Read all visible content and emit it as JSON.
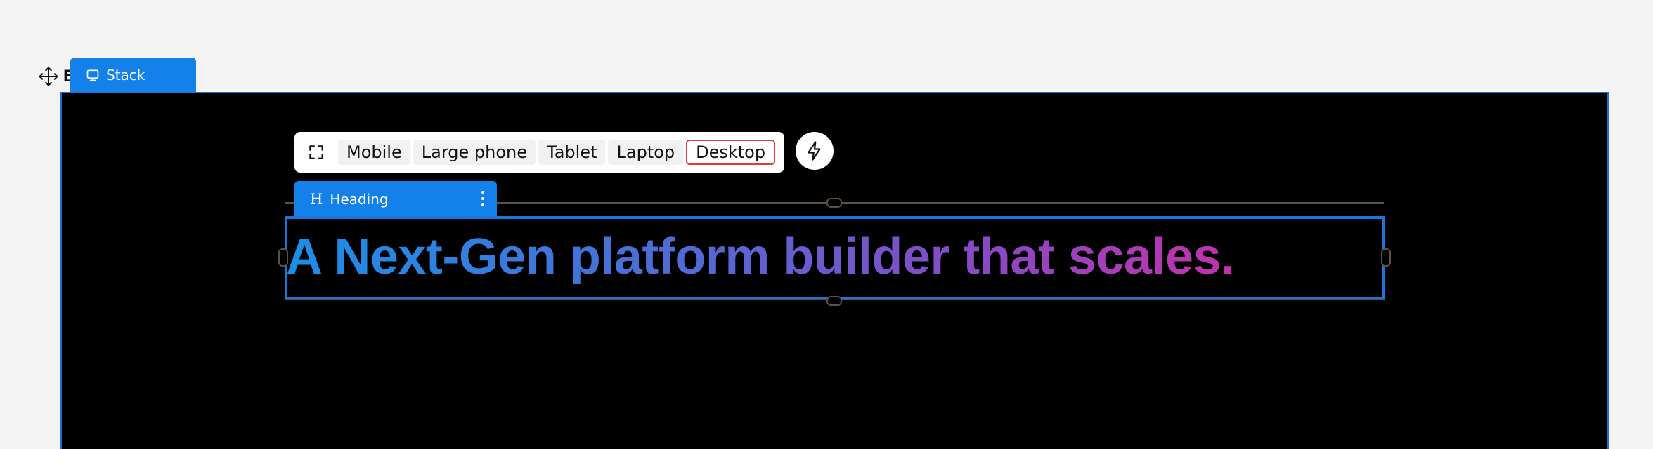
{
  "breadcrumb": {
    "move_icon": "move-arrows-icon",
    "hidden_label_initial": "B"
  },
  "stack_tab": {
    "icon": "monitor-icon",
    "label": "Stack"
  },
  "toolbar": {
    "fullscreen_icon": "fullscreen-icon",
    "breakpoints": [
      {
        "label": "Mobile",
        "active": false
      },
      {
        "label": "Large phone",
        "active": false
      },
      {
        "label": "Tablet",
        "active": false
      },
      {
        "label": "Laptop",
        "active": false
      },
      {
        "label": "Desktop",
        "active": true
      }
    ],
    "bolt_icon": "lightning-bolt-icon"
  },
  "heading_tab": {
    "icon_glyph": "H",
    "label": "Heading",
    "menu_icon": "kebab-menu-icon"
  },
  "canvas": {
    "heading_text": "A Next-Gen platform builder that scales.",
    "gradient_colors": [
      "#1a8fe8",
      "#4e6cd4",
      "#8d47c4",
      "#c630a9",
      "#e8249b"
    ]
  },
  "colors": {
    "selection_blue": "#1481ea",
    "canvas_background": "#000000",
    "active_breakpoint_border": "#e23a3a",
    "page_background": "#f4f4f4"
  }
}
